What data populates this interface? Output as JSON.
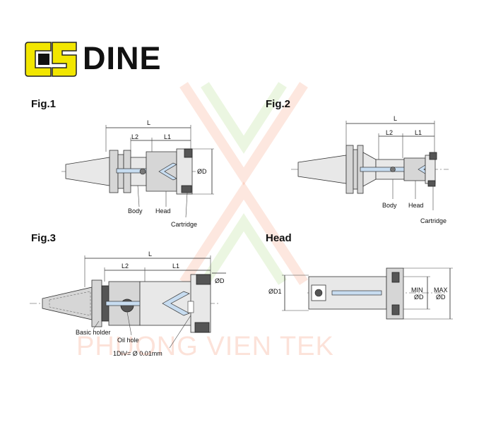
{
  "brand": {
    "name": "DINE",
    "logo_icon": "dine-logo-icon",
    "logo_color": "#f2e600"
  },
  "watermark": {
    "text": "PHUONG VIEN TEK",
    "color": "#f27a50"
  },
  "fig1": {
    "title": "Fig.1",
    "dims": {
      "L": "L",
      "L1": "L1",
      "L2": "L2",
      "D": "ØD"
    },
    "labels": {
      "body": "Body",
      "head": "Head",
      "cartridge": "Cartridge"
    }
  },
  "fig2": {
    "title": "Fig.2",
    "dims": {
      "L": "L",
      "L1": "L1",
      "L2": "L2"
    },
    "labels": {
      "body": "Body",
      "head": "Head",
      "cartridge": "Cartridge"
    }
  },
  "fig3": {
    "title": "Fig.3",
    "dims": {
      "L": "L",
      "L1": "L1",
      "L2": "L2",
      "D": "ØD"
    },
    "labels": {
      "basic_holder": "Basic holder",
      "oil_hole": "Oil hole",
      "div": "1DIV= Ø 0.01mm"
    }
  },
  "head": {
    "title": "Head",
    "dims": {
      "D1": "ØD1",
      "min": "MIN",
      "min_d": "ØD",
      "max": "MAX",
      "max_d": "ØD"
    }
  }
}
